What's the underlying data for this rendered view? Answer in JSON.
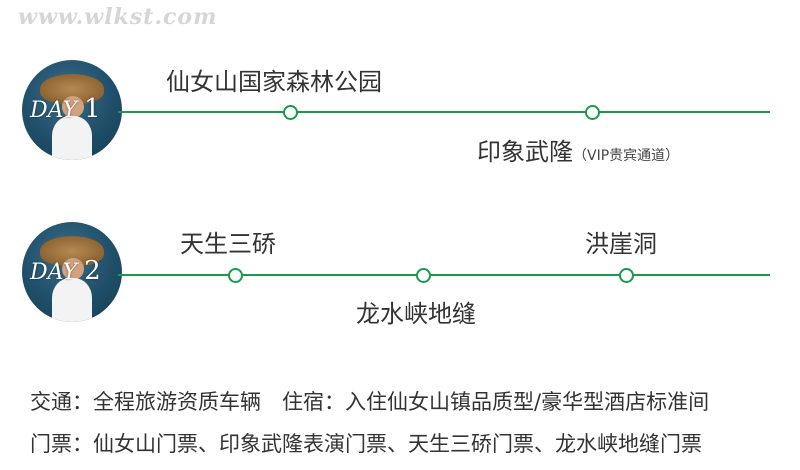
{
  "watermark": "www.wlkst.com",
  "days": [
    {
      "badge_text": "DAY",
      "badge_num": "1",
      "stops": [
        {
          "name": "仙女山国家森林公园",
          "note": ""
        },
        {
          "name": "印象武隆",
          "note": "（VIP贵宾通道）"
        }
      ]
    },
    {
      "badge_text": "DAY",
      "badge_num": "2",
      "stops": [
        {
          "name": "天生三硚",
          "note": ""
        },
        {
          "name": "龙水峡地缝",
          "note": ""
        },
        {
          "name": "洪崖洞",
          "note": ""
        }
      ]
    }
  ],
  "info": {
    "line1": "交通：全程旅游资质车辆　住宿：入住仙女山镇品质型/豪华型酒店标准间",
    "line2": "门票：仙女山门票、印象武隆表演门票、天生三硚门票、龙水峡地缝门票"
  },
  "colors": {
    "accent": "#1a9a4a",
    "text": "#333333"
  }
}
